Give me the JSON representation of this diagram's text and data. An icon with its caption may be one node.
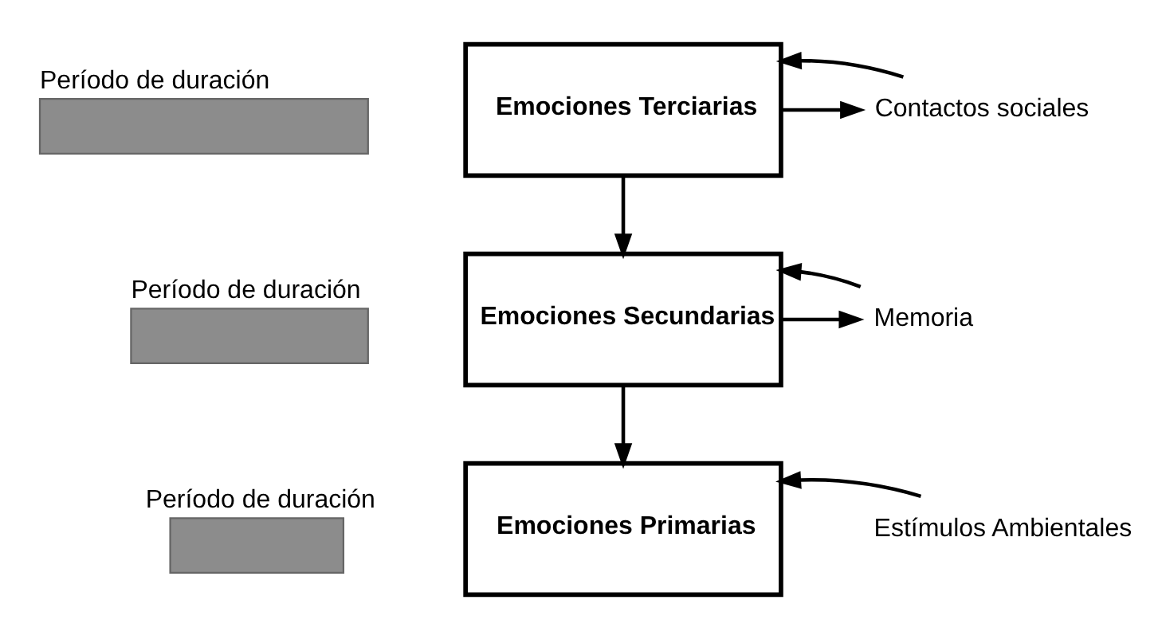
{
  "diagram": {
    "nodes": [
      {
        "text": [
          "Período de duración"
        ]
      },
      {
        "text": [
          "Emociones Terciarias"
        ]
      },
      {
        "text": [
          "Contactos sociales"
        ]
      },
      {
        "text": [
          "Período de duración"
        ]
      },
      {
        "text": [
          "Emociones Secundarias"
        ]
      },
      {
        "text": [
          "Memoria"
        ]
      },
      {
        "text": [
          "Período de duración"
        ]
      },
      {
        "text": [
          "Emociones Primarias"
        ]
      },
      {
        "text": [
          "Estímulos Ambientales"
        ]
      }
    ],
    "edges": [
      {
        "from": 1,
        "to": 4,
        "arrow": "to"
      },
      {
        "from": 1,
        "to": 2,
        "arrow": "to"
      },
      {
        "from": 2,
        "to": 1,
        "arrow": "to"
      },
      {
        "from": 4,
        "to": 7,
        "arrow": "to"
      },
      {
        "from": 4,
        "to": 5,
        "arrow": "to"
      },
      {
        "from": 5,
        "to": 4,
        "arrow": "to"
      },
      {
        "from": 8,
        "to": 7,
        "arrow": "to"
      }
    ]
  }
}
